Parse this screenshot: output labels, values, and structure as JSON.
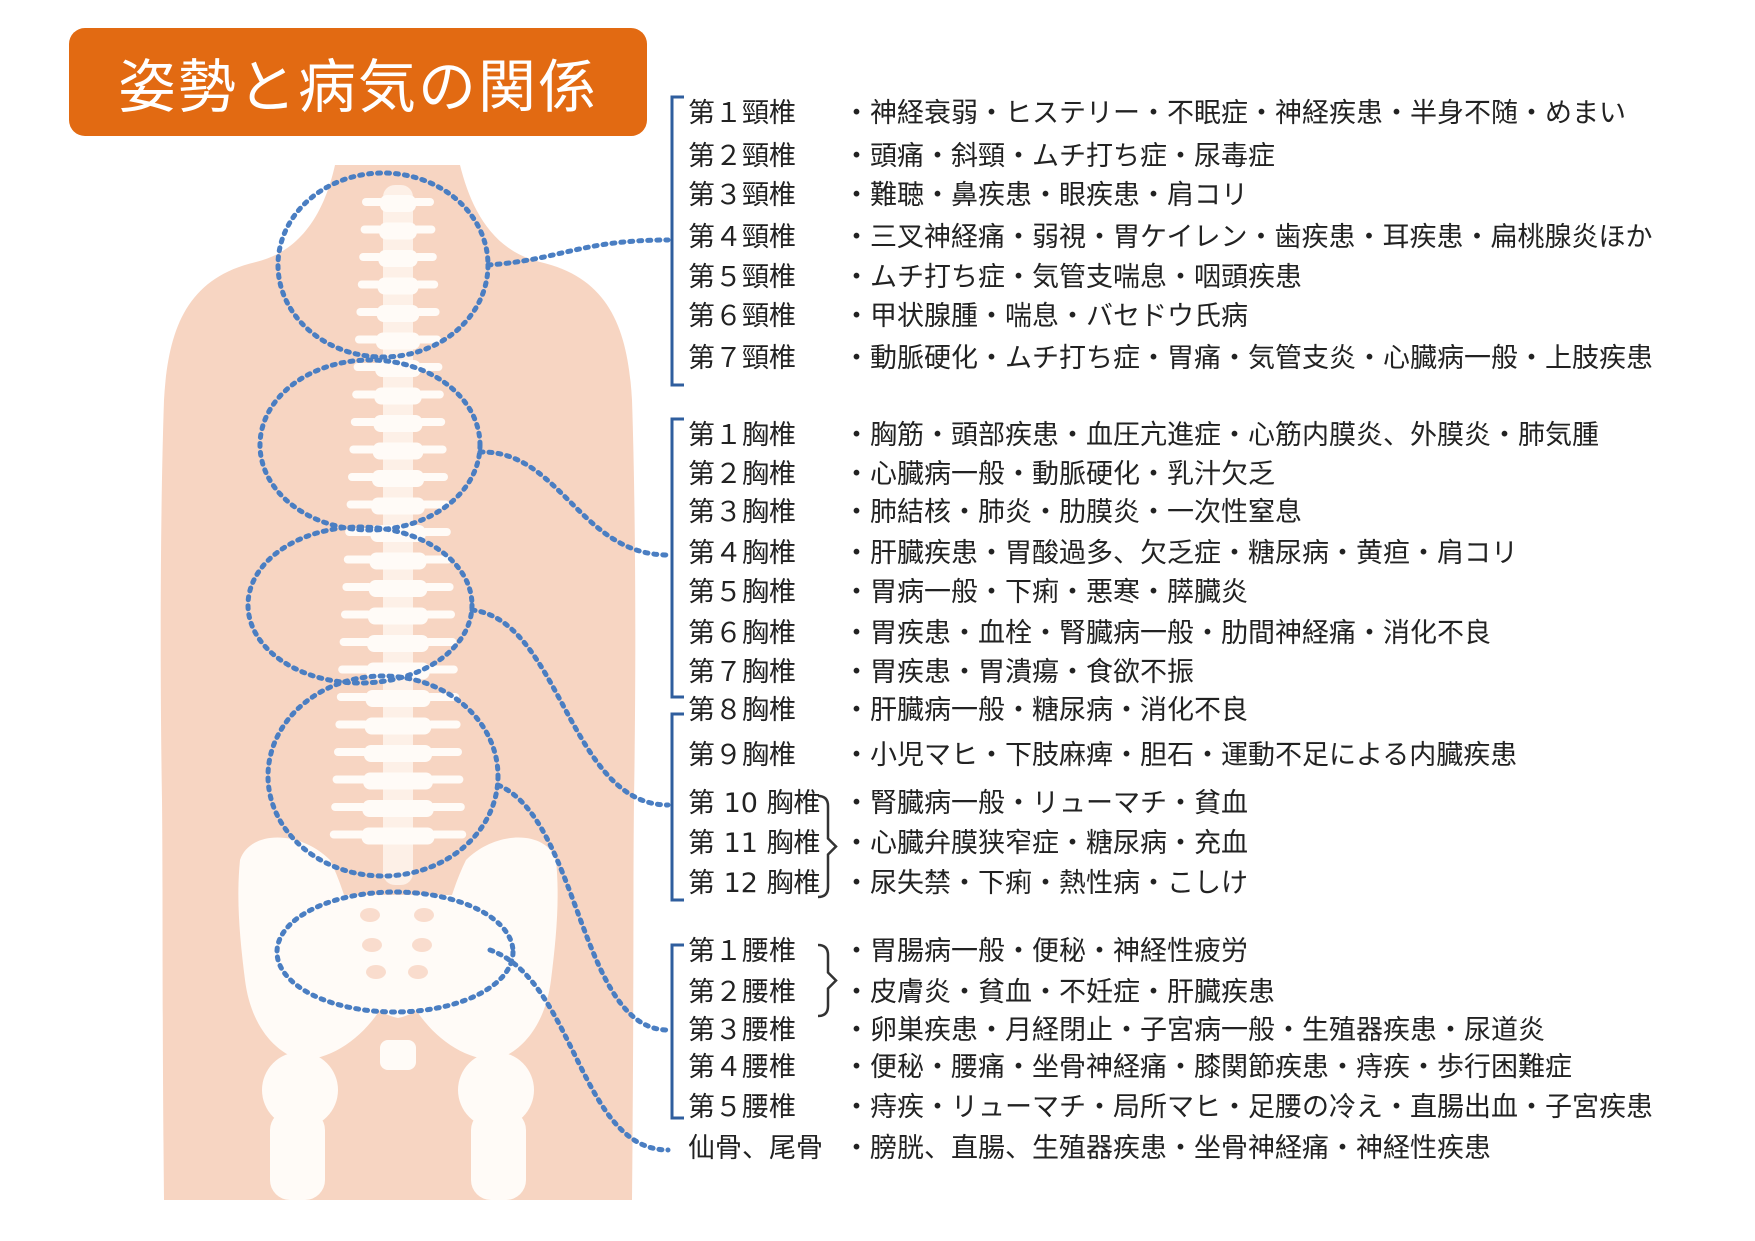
{
  "title": "姿勢と病気の関係",
  "colors": {
    "title_bg": "#e26a12",
    "title_text": "#ffffff",
    "skin": "#f7d5c2",
    "bone": "#fffbf7",
    "connector": "#4a7ec2",
    "bracket": "#2f5e9e",
    "text": "#222222"
  },
  "groups": [
    {
      "name": "cervical",
      "rows": [
        {
          "vertebra": "第１頸椎",
          "symptoms": "・神経衰弱・ヒステリー・不眠症・神経疾患・半身不随・めまい"
        },
        {
          "vertebra": "第２頸椎",
          "symptoms": "・頭痛・斜頸・ムチ打ち症・尿毒症"
        },
        {
          "vertebra": "第３頸椎",
          "symptoms": "・難聴・鼻疾患・眼疾患・肩コリ"
        },
        {
          "vertebra": "第４頸椎",
          "symptoms": "・三叉神経痛・弱視・胃ケイレン・歯疾患・耳疾患・扁桃腺炎ほか"
        },
        {
          "vertebra": "第５頸椎",
          "symptoms": "・ムチ打ち症・気管支喘息・咽頭疾患"
        },
        {
          "vertebra": "第６頸椎",
          "symptoms": "・甲状腺腫・喘息・バセドウ氏病"
        },
        {
          "vertebra": "第７頸椎",
          "symptoms": "・動脈硬化・ムチ打ち症・胃痛・気管支炎・心臓病一般・上肢疾患"
        }
      ]
    },
    {
      "name": "thoracic-upper",
      "rows": [
        {
          "vertebra": "第１胸椎",
          "symptoms": "・胸筋・頭部疾患・血圧亢進症・心筋内膜炎、外膜炎・肺気腫"
        },
        {
          "vertebra": "第２胸椎",
          "symptoms": "・心臓病一般・動脈硬化・乳汁欠乏"
        },
        {
          "vertebra": "第３胸椎",
          "symptoms": "・肺結核・肺炎・肋膜炎・一次性窒息"
        },
        {
          "vertebra": "第４胸椎",
          "symptoms": "・肝臓疾患・胃酸過多、欠乏症・糖尿病・黄疸・肩コリ"
        },
        {
          "vertebra": "第５胸椎",
          "symptoms": "・胃病一般・下痢・悪寒・膵臓炎"
        },
        {
          "vertebra": "第６胸椎",
          "symptoms": "・胃疾患・血栓・腎臓病一般・肋間神経痛・消化不良"
        },
        {
          "vertebra": "第７胸椎",
          "symptoms": "・胃疾患・胃潰瘍・食欲不振"
        }
      ]
    },
    {
      "name": "thoracic-lower",
      "rows": [
        {
          "vertebra": "第８胸椎",
          "symptoms": "・肝臓病一般・糖尿病・消化不良"
        },
        {
          "vertebra": "第９胸椎",
          "symptoms": "・小児マヒ・下肢麻痺・胆石・運動不足による内臓疾患"
        },
        {
          "vertebra": "第 10 胸椎",
          "symptoms": "・腎臓病一般・リューマチ・貧血"
        },
        {
          "vertebra": "第 11 胸椎",
          "symptoms": "・心臓弁膜狭窄症・糖尿病・充血"
        },
        {
          "vertebra": "第 12 胸椎",
          "symptoms": "・尿失禁・下痢・熱性病・こしけ"
        }
      ]
    },
    {
      "name": "lumbar",
      "rows": [
        {
          "vertebra": "第１腰椎",
          "symptoms": "・胃腸病一般・便秘・神経性疲労"
        },
        {
          "vertebra": "第２腰椎",
          "symptoms": "・皮膚炎・貧血・不妊症・肝臓疾患"
        },
        {
          "vertebra": "第３腰椎",
          "symptoms": "・卵巣疾患・月経閉止・子宮病一般・生殖器疾患・尿道炎"
        },
        {
          "vertebra": "第４腰椎",
          "symptoms": "・便秘・腰痛・坐骨神経痛・膝関節疾患・痔疾・歩行困難症"
        },
        {
          "vertebra": "第５腰椎",
          "symptoms": "・痔疾・リューマチ・局所マヒ・足腰の冷え・直腸出血・子宮疾患"
        }
      ]
    },
    {
      "name": "sacrum",
      "rows": [
        {
          "vertebra": "仙骨、尾骨",
          "symptoms": "・膀胱、直腸、生殖器疾患・坐骨神経痛・神経性疾患"
        }
      ]
    }
  ]
}
